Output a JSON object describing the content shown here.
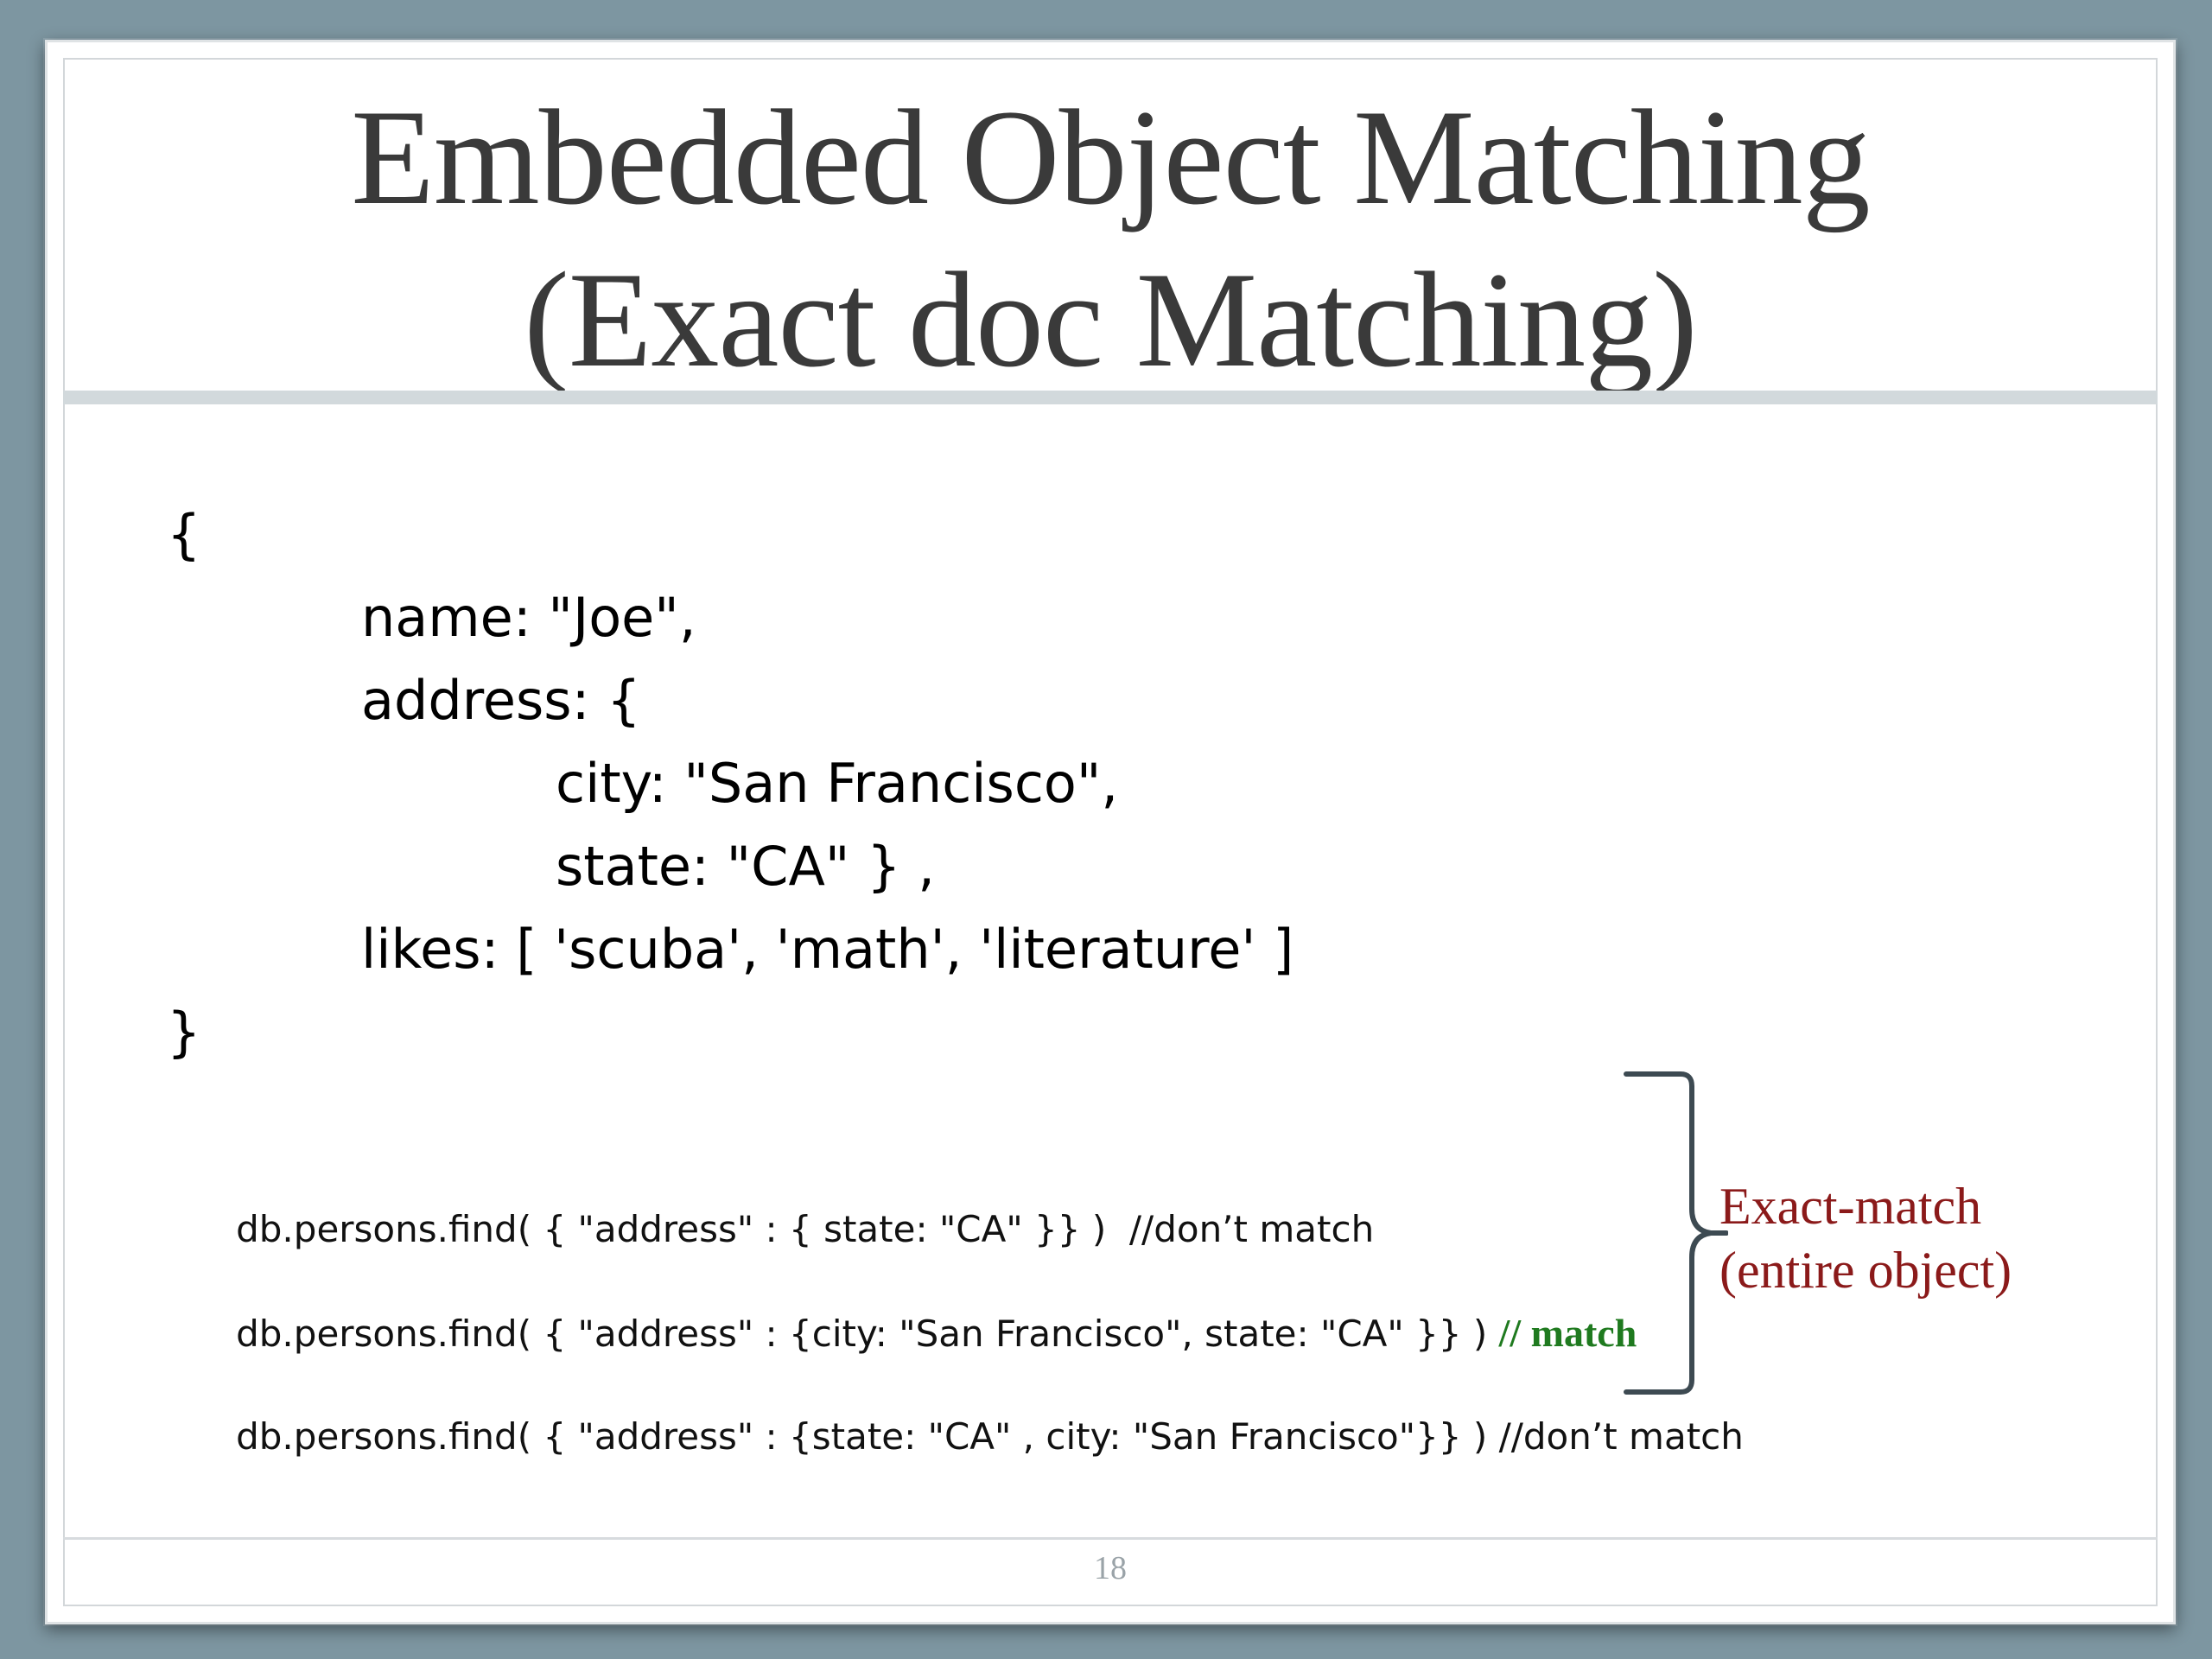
{
  "slide": {
    "title_line1": "Embedded Object Matching",
    "title_line2": "(Exact doc Matching)",
    "page_number": "18"
  },
  "json_doc": {
    "lines": [
      "{",
      "name: \"Joe\",",
      "address: {",
      "city: \"San Francisco\",",
      "state: \"CA\" } ,",
      "likes: [ 'scuba', 'math', 'literature' ]",
      "}"
    ]
  },
  "queries": [
    {
      "code": "db.persons.find( { \"address\" : { state: \"CA\" }} )  //don’t match",
      "comment": ""
    },
    {
      "code": "db.persons.find( { \"address\" : {city: \"San Francisco\", state: \"CA\" }} ) ",
      "comment": "// match"
    },
    {
      "code": "db.persons.find( { \"address\" : {state: \"CA\" , city: \"San Francisco\"}} ) //don’t match",
      "comment": ""
    }
  ],
  "annotation": {
    "line1": "Exact-match",
    "line2": "(entire object)"
  },
  "colors": {
    "background": "#7d96a1",
    "title_text": "#3a3a3a",
    "match_comment": "#1f7a1f",
    "annotation_text": "#8b1a1a",
    "brace": "#3d4a52"
  }
}
